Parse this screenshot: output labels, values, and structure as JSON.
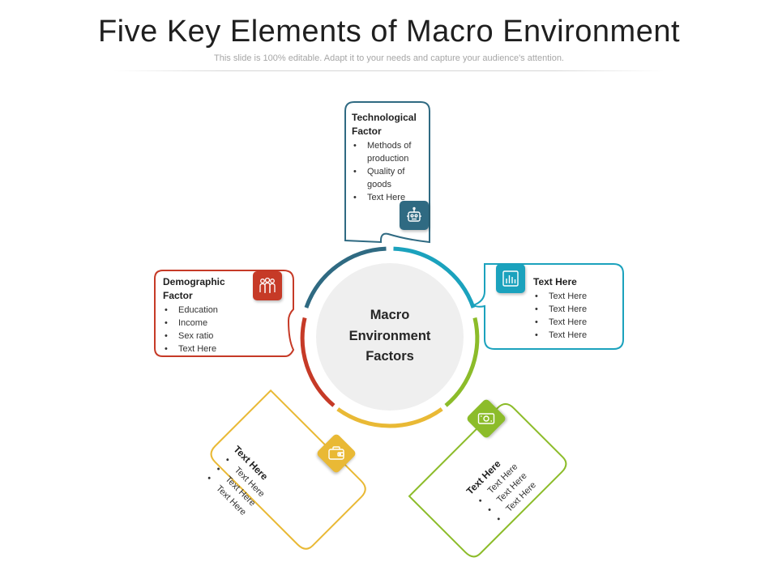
{
  "slide": {
    "title": "Five Key Elements of Macro Environment",
    "subtitle": "This slide is 100% editable. Adapt it to your needs and capture your audience's attention."
  },
  "center": {
    "line1": "Macro",
    "line2": "Environment",
    "line3": "Factors"
  },
  "colors": {
    "technological": "#2f6a82",
    "text_right": "#1ba2bd",
    "text_bottom_right": "#8cbc2a",
    "text_bottom_left": "#e9b935",
    "demographic": "#c63a27",
    "center_fill": "#efefef"
  },
  "factors": {
    "technological": {
      "heading_line1": "Technological",
      "heading_line2": "Factor",
      "items": [
        "Methods of production",
        "Quality of goods",
        "Text Here"
      ],
      "icon": "robot-icon"
    },
    "right": {
      "heading": "Text Here",
      "items": [
        "Text Here",
        "Text Here",
        "Text Here",
        "Text Here"
      ],
      "icon": "bar-chart-icon"
    },
    "bottom_right": {
      "heading": "Text Here",
      "items": [
        "Text Here",
        "Text Here",
        "Text Here"
      ],
      "icon": "money-icon"
    },
    "bottom_left": {
      "heading": "Text Here",
      "items": [
        "Text Here",
        "Text Here",
        "Text Here"
      ],
      "icon": "wallet-icon"
    },
    "demographic": {
      "heading_line1": "Demographic",
      "heading_line2": "Factor",
      "items": [
        "Education",
        "Income",
        "Sex ratio",
        "Text Here"
      ],
      "icon": "people-icon"
    }
  }
}
